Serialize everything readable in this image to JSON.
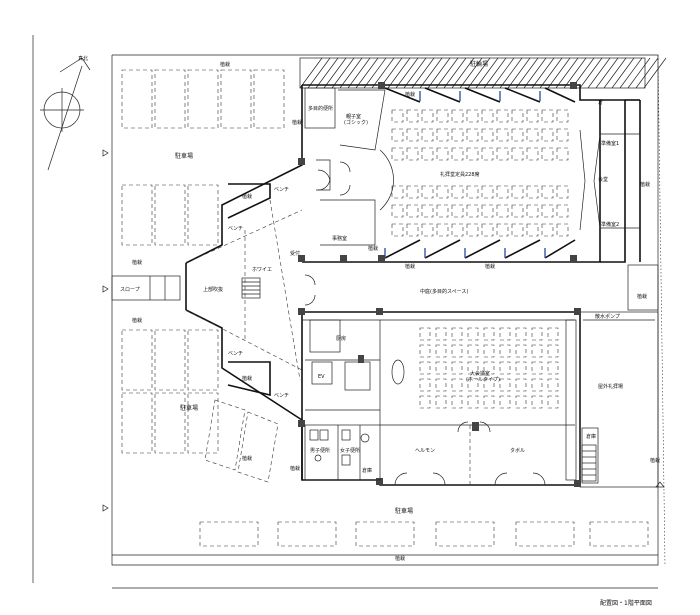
{
  "labels": {
    "parking_top_right": "駐輪場",
    "parking_left": "駐車場",
    "parking_left_lower": "駐車場",
    "parking_bottom": "駐車場",
    "planting_top": "植栽",
    "planting_1": "植栽",
    "planting_2": "植栽",
    "planting_3": "植栽",
    "planting_4": "植栽",
    "planting_5": "植栽",
    "planting_6": "植栽",
    "planting_7": "植栽",
    "planting_8": "植栽",
    "planting_9": "植栽",
    "planting_10": "植栽",
    "planting_11": "植栽",
    "planting_12": "植栽",
    "planting_13": "植栽",
    "planting_bottom": "植栽",
    "bench_1": "ベンチ",
    "bench_2": "ベンチ",
    "bench_3": "ベンチ",
    "bench_4": "ベンチ",
    "slope": "スロープ",
    "upper_void": "上部吹抜",
    "hall": "ホワイエ",
    "reception": "受付",
    "kids_room": "親子室",
    "kids_room_sub": "(ゴシック)",
    "toilet_disabled": "多目的便所",
    "office": "事務室",
    "sanctuary": "礼拝堂定員228席",
    "chancel": "会堂",
    "vestry_1": "準備室1",
    "vestry_2": "準備室2",
    "storage_small": "倉",
    "courtyard": "中庭(多目的スペース)",
    "kitchen": "厨房",
    "ev": "EV",
    "big_meeting_room": "大会議室",
    "big_meeting_room_sub": "(ホールタイプ)",
    "outdoor_stage": "屋外礼拝場",
    "watering_dish": "散水ポンプ",
    "hermon": "ヘルモン",
    "tabor": "タボル",
    "male_toilet": "男子便所",
    "female_toilet": "女子便所",
    "storage_1": "倉庫",
    "storage_2": "倉庫",
    "drawing_title": "配置図・1階平面図"
  }
}
